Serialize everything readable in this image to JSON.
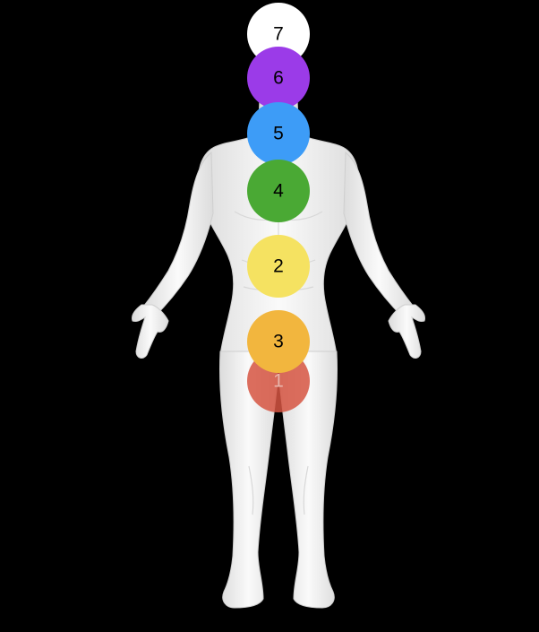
{
  "background_color": "#000000",
  "figure": {
    "name": "human-body-figure",
    "skin_color": "#f2f2f2",
    "outline_color": "#d4d4d4"
  },
  "chakras": [
    {
      "id": "chakra-7",
      "label": "7",
      "color": "#ffffff",
      "text_color": "#000000",
      "opacity": 1.0
    },
    {
      "id": "chakra-6",
      "label": "6",
      "color": "#9b3be8",
      "text_color": "#000000",
      "opacity": 1.0
    },
    {
      "id": "chakra-5",
      "label": "5",
      "color": "#3d9cf7",
      "text_color": "#000000",
      "opacity": 1.0
    },
    {
      "id": "chakra-4",
      "label": "4",
      "color": "#4aa934",
      "text_color": "#000000",
      "opacity": 1.0
    },
    {
      "id": "chakra-2",
      "label": "2",
      "color": "#f5e261",
      "text_color": "#000000",
      "opacity": 1.0
    },
    {
      "id": "chakra-1",
      "label": "1",
      "color": "#d65542",
      "text_color": "#e9b7ad",
      "opacity": 0.85
    },
    {
      "id": "chakra-3",
      "label": "3",
      "color": "#f2b63e",
      "text_color": "#000000",
      "opacity": 1.0
    }
  ]
}
